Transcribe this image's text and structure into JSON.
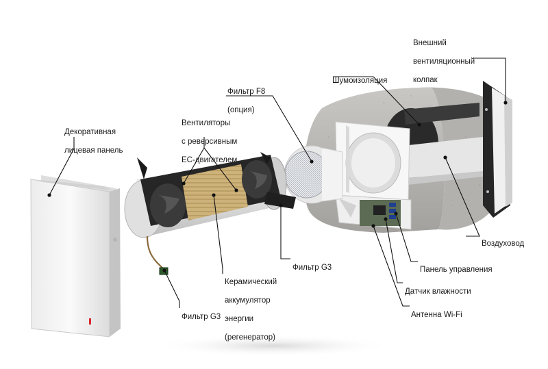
{
  "labels": {
    "outer_hood": [
      "Внешний",
      "вентиляционный",
      "колпак"
    ],
    "noise_insulation": "Шумоизоляция",
    "filter_f8": [
      "Фильтр F8",
      "(опция)"
    ],
    "fans": [
      "Вентиляторы",
      "с реверсивным",
      "ЕС-двигателем"
    ],
    "front_panel": [
      "Декоративная",
      "лицевая панель"
    ],
    "air_duct": "Воздуховод",
    "control_panel": "Панель управления",
    "humidity_sensor": "Датчик влажности",
    "wifi_antenna": "Антенна Wi-Fi",
    "filter_g3_right": "Фильтр G3",
    "filter_g3_left": "Фильтр G3",
    "ceramic": [
      "Керамический",
      "аккумулятор",
      "энергии",
      "(регенератор)"
    ]
  },
  "colors": {
    "insulation": "#b9b7b3",
    "panel": "#f4f4f4",
    "dark": "#1c1c1c",
    "core": "#c8a96a",
    "leader": "#111111",
    "status_led": "#d8262c"
  }
}
